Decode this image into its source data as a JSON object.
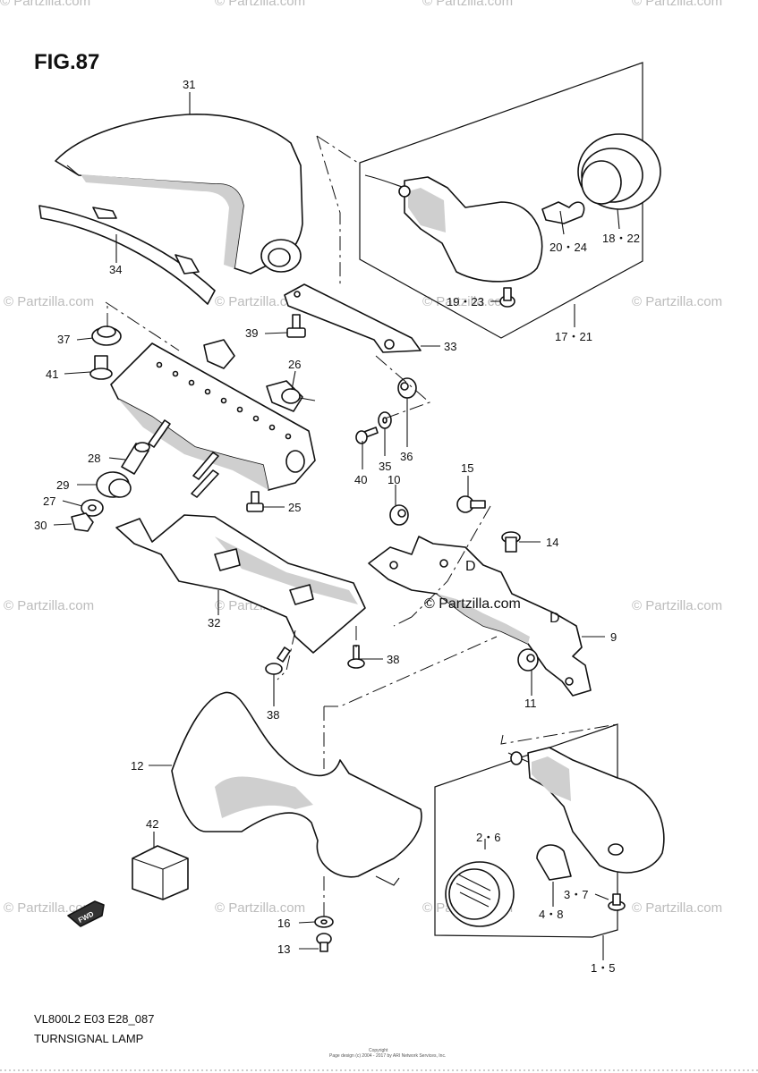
{
  "figure": {
    "label": "FIG.87"
  },
  "footer": {
    "model_code": "VL800L2 E03 E28_087",
    "title": "TURNSIGNAL LAMP",
    "copyright_line1": "Copyright",
    "copyright_line2": "Page design (c) 2004 - 2017 by ARI Network Services, Inc."
  },
  "watermark": {
    "site": "© Partzilla.com",
    "center": "© Partzilla.com"
  },
  "fwd_badge": "FWD",
  "callouts": [
    {
      "id": "31",
      "text": "31"
    },
    {
      "id": "34",
      "text": "34"
    },
    {
      "id": "37",
      "text": "37"
    },
    {
      "id": "39",
      "text": "39"
    },
    {
      "id": "41",
      "text": "41"
    },
    {
      "id": "26",
      "text": "26"
    },
    {
      "id": "33",
      "text": "33"
    },
    {
      "id": "28",
      "text": "28"
    },
    {
      "id": "29",
      "text": "29"
    },
    {
      "id": "27",
      "text": "27"
    },
    {
      "id": "30",
      "text": "30"
    },
    {
      "id": "25",
      "text": "25"
    },
    {
      "id": "40",
      "text": "40"
    },
    {
      "id": "35",
      "text": "35"
    },
    {
      "id": "36",
      "text": "36"
    },
    {
      "id": "10",
      "text": "10"
    },
    {
      "id": "15",
      "text": "15"
    },
    {
      "id": "14",
      "text": "14"
    },
    {
      "id": "32",
      "text": "32"
    },
    {
      "id": "9",
      "text": "9"
    },
    {
      "id": "38a",
      "text": "38"
    },
    {
      "id": "38b",
      "text": "38"
    },
    {
      "id": "11",
      "text": "11"
    },
    {
      "id": "12",
      "text": "12"
    },
    {
      "id": "42",
      "text": "42"
    },
    {
      "id": "16",
      "text": "16"
    },
    {
      "id": "13",
      "text": "13"
    },
    {
      "id": "20_24",
      "text": "20・24"
    },
    {
      "id": "18_22",
      "text": "18・22"
    },
    {
      "id": "19_23",
      "text": "19・23"
    },
    {
      "id": "17_21",
      "text": "17・21"
    },
    {
      "id": "2_6",
      "text": "2・6"
    },
    {
      "id": "3_7",
      "text": "3・7"
    },
    {
      "id": "4_8",
      "text": "4・8"
    },
    {
      "id": "1_5",
      "text": "1・5"
    }
  ]
}
